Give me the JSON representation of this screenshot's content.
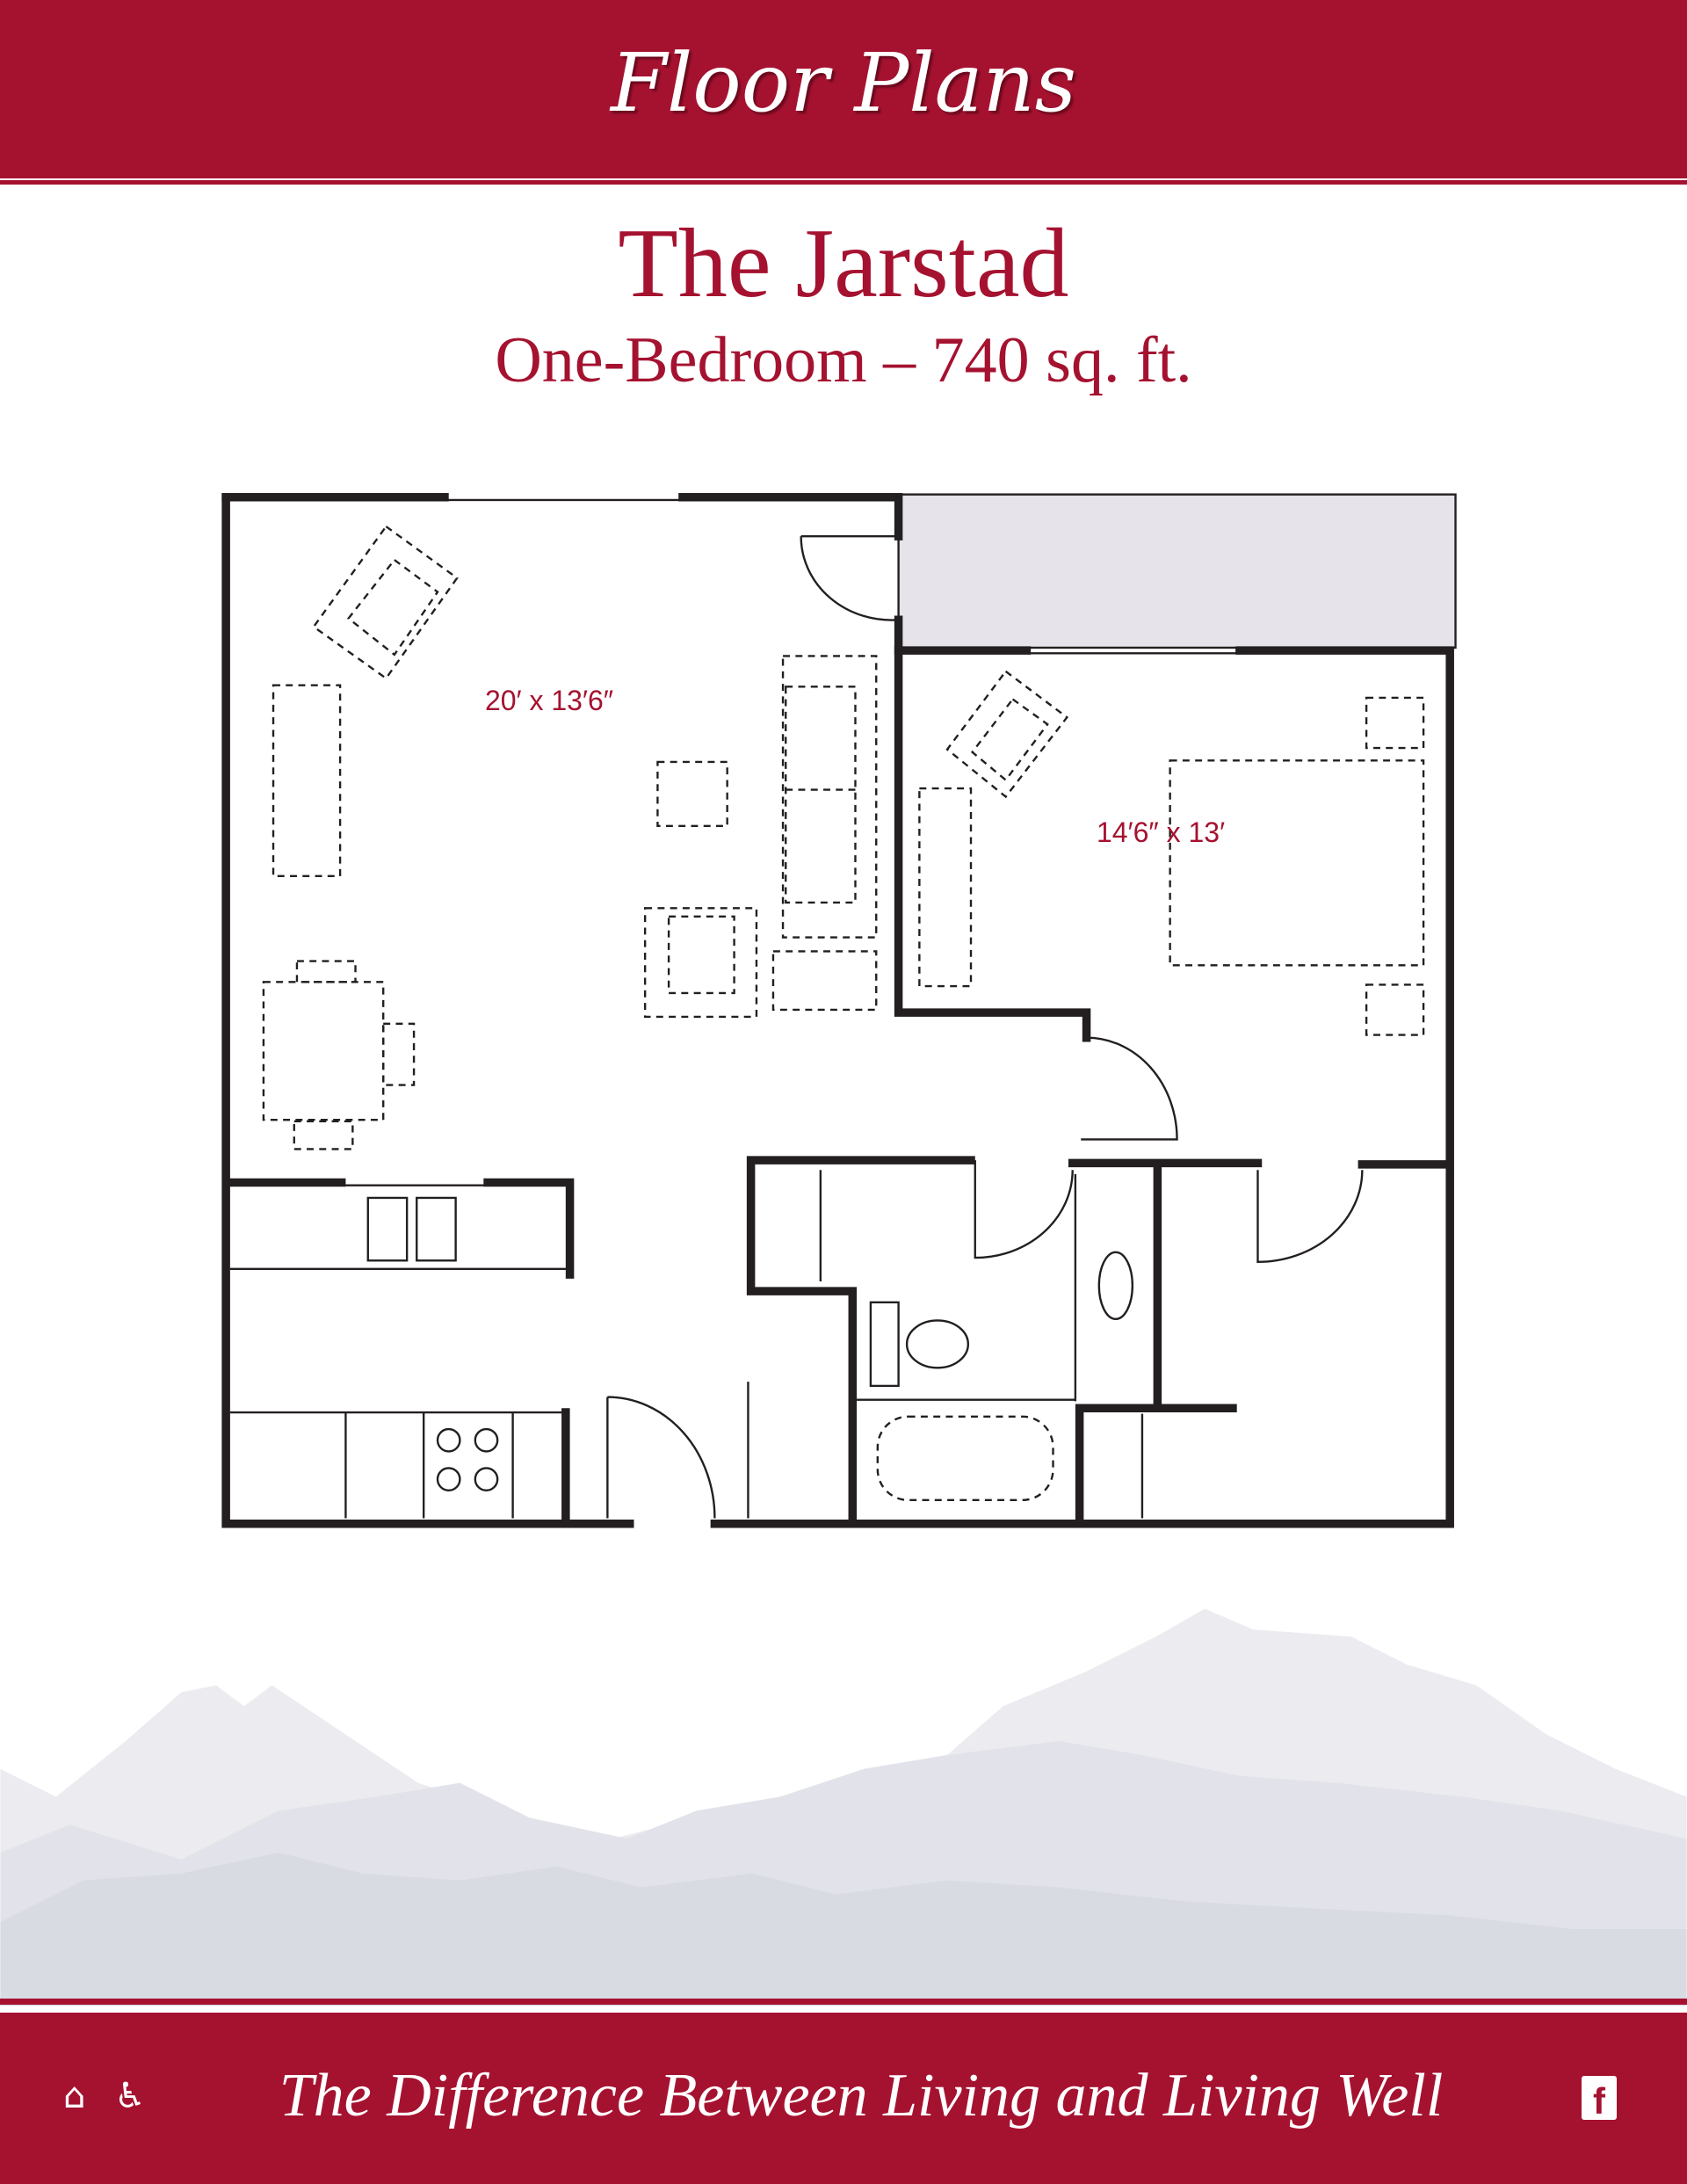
{
  "header": {
    "title": "Floor Plans"
  },
  "plan": {
    "name": "The Jarstad",
    "subtitle": "One-Bedroom – 740 sq. ft.",
    "rooms": [
      {
        "label": "20′ x 13′6″"
      },
      {
        "label": "14′6″ x 13′"
      }
    ]
  },
  "footer": {
    "tagline": "The Difference Between Living and Living Well",
    "icons": [
      "equal-housing-icon",
      "accessibility-icon",
      "facebook-icon"
    ]
  },
  "colors": {
    "brand": "#a51230",
    "balcony": "#e6e4ea"
  }
}
